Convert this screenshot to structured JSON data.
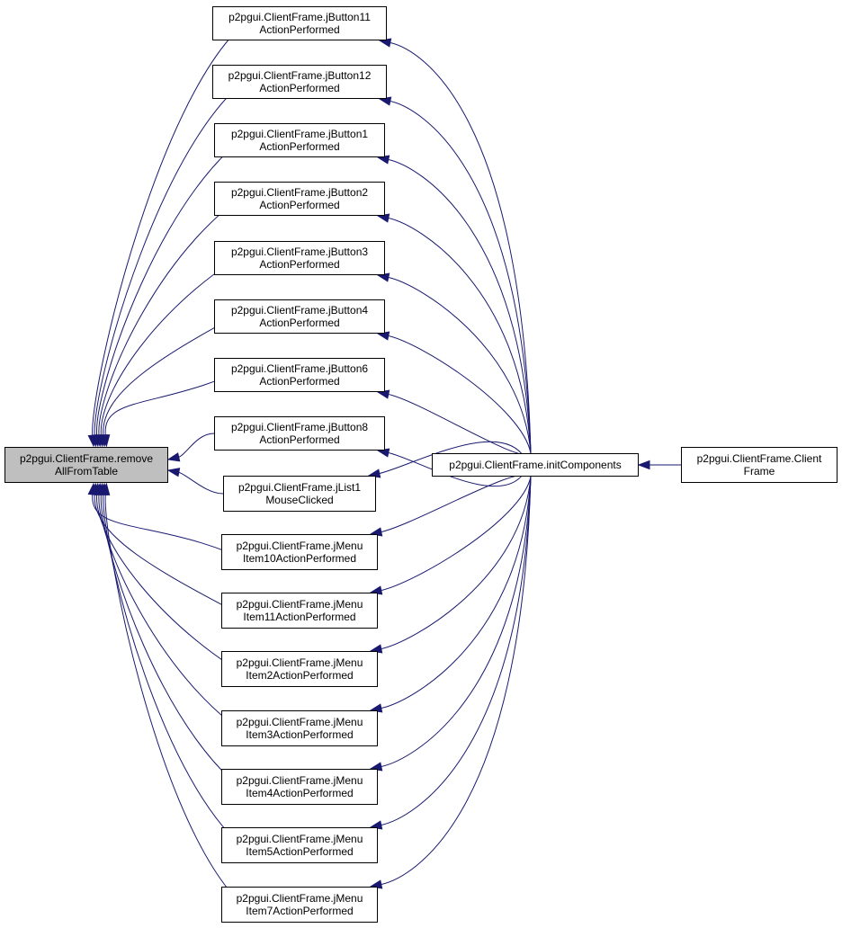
{
  "colors": {
    "edge": "#191970",
    "node_border": "#000000",
    "focus_fill": "#bfbfbf"
  },
  "graph": {
    "focus": {
      "line1": "p2pgui.ClientFrame.remove",
      "line2": "AllFromTable"
    },
    "callers": [
      {
        "id": "jButton11",
        "line1": "p2pgui.ClientFrame.jButton11",
        "line2": "ActionPerformed"
      },
      {
        "id": "jButton12",
        "line1": "p2pgui.ClientFrame.jButton12",
        "line2": "ActionPerformed"
      },
      {
        "id": "jButton1",
        "line1": "p2pgui.ClientFrame.jButton1",
        "line2": "ActionPerformed"
      },
      {
        "id": "jButton2",
        "line1": "p2pgui.ClientFrame.jButton2",
        "line2": "ActionPerformed"
      },
      {
        "id": "jButton3",
        "line1": "p2pgui.ClientFrame.jButton3",
        "line2": "ActionPerformed"
      },
      {
        "id": "jButton4",
        "line1": "p2pgui.ClientFrame.jButton4",
        "line2": "ActionPerformed"
      },
      {
        "id": "jButton6",
        "line1": "p2pgui.ClientFrame.jButton6",
        "line2": "ActionPerformed"
      },
      {
        "id": "jButton8",
        "line1": "p2pgui.ClientFrame.jButton8",
        "line2": "ActionPerformed"
      },
      {
        "id": "jList1",
        "line1": "p2pgui.ClientFrame.jList1",
        "line2": "MouseClicked"
      },
      {
        "id": "jMenuItem10",
        "line1": "p2pgui.ClientFrame.jMenu",
        "line2": "Item10ActionPerformed"
      },
      {
        "id": "jMenuItem11",
        "line1": "p2pgui.ClientFrame.jMenu",
        "line2": "Item11ActionPerformed"
      },
      {
        "id": "jMenuItem2",
        "line1": "p2pgui.ClientFrame.jMenu",
        "line2": "Item2ActionPerformed"
      },
      {
        "id": "jMenuItem3",
        "line1": "p2pgui.ClientFrame.jMenu",
        "line2": "Item3ActionPerformed"
      },
      {
        "id": "jMenuItem4",
        "line1": "p2pgui.ClientFrame.jMenu",
        "line2": "Item4ActionPerformed"
      },
      {
        "id": "jMenuItem5",
        "line1": "p2pgui.ClientFrame.jMenu",
        "line2": "Item5ActionPerformed"
      },
      {
        "id": "jMenuItem7",
        "line1": "p2pgui.ClientFrame.jMenu",
        "line2": "Item7ActionPerformed"
      }
    ],
    "init": {
      "label": "p2pgui.ClientFrame.initComponents"
    },
    "root": {
      "line1": "p2pgui.ClientFrame.Client",
      "line2": "Frame"
    }
  }
}
